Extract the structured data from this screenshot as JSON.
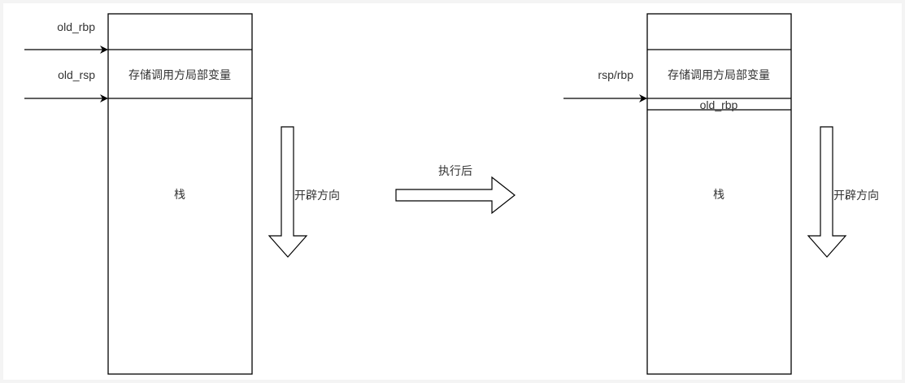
{
  "before": {
    "label_old_rbp": "old_rbp",
    "label_old_rsp": "old_rsp",
    "cell_caller_locals": "存储调用方局部变量",
    "stack_label": "栈",
    "direction_label": "开辟方向"
  },
  "transition": {
    "label": "执行后"
  },
  "after": {
    "label_rsp_rbp": "rsp/rbp",
    "cell_caller_locals": "存储调用方局部变量",
    "cell_old_rbp": "old_rbp",
    "stack_label": "栈",
    "direction_label": "开辟方向"
  },
  "colors": {
    "stroke": "#000000",
    "text": "#333333"
  }
}
